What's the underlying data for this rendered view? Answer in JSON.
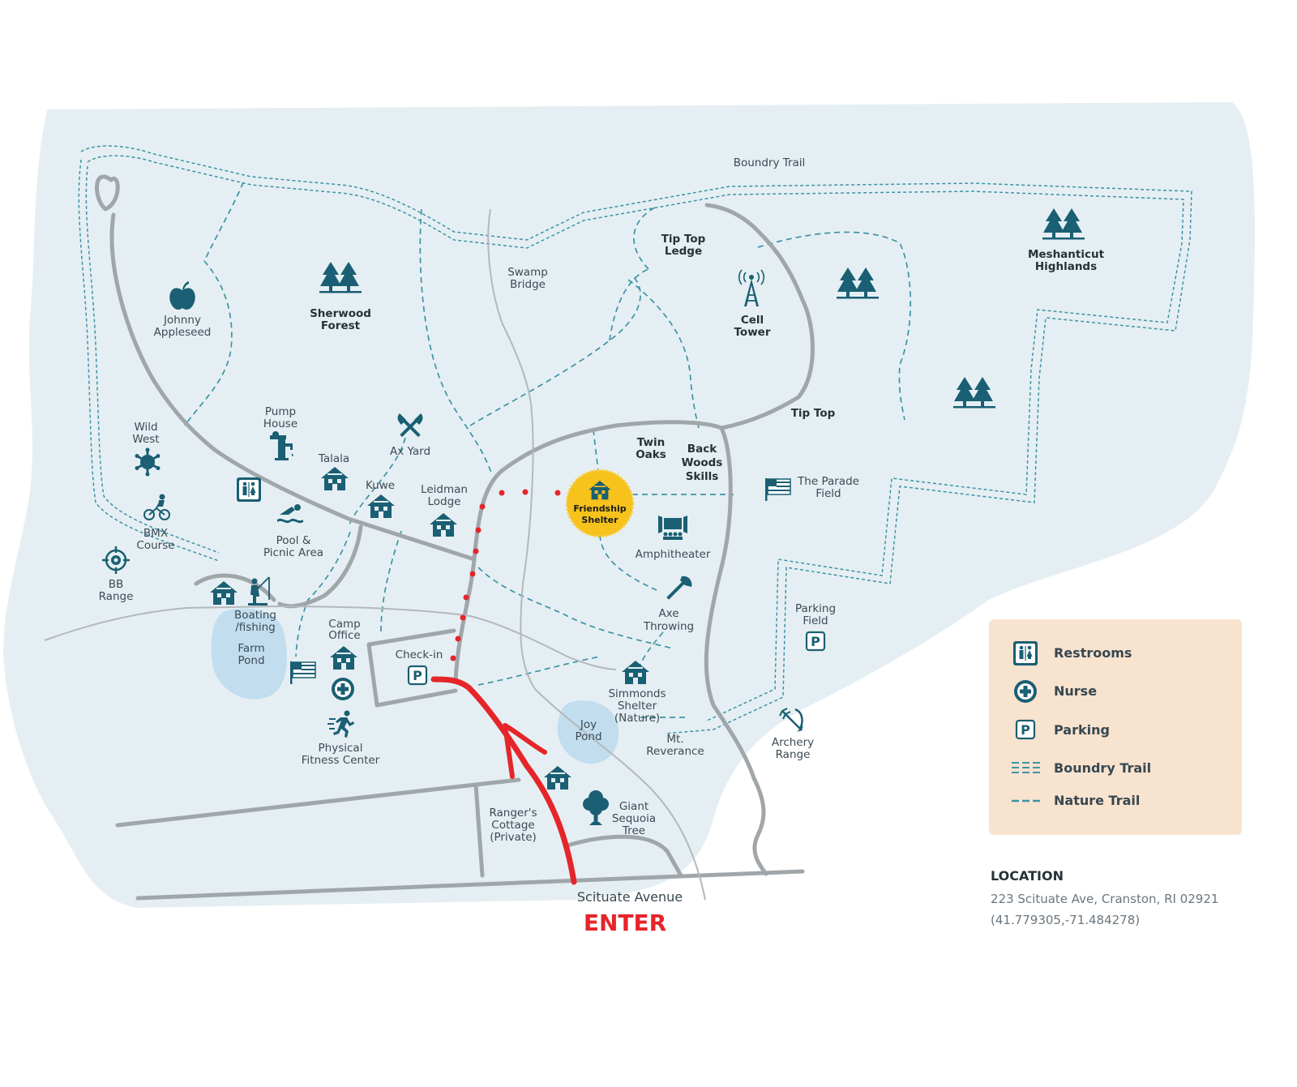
{
  "places": {
    "boundry_trail": "Boundry Trail",
    "tip_top_ledge": [
      "Tip Top",
      "Ledge"
    ],
    "swamp_bridge": [
      "Swamp",
      "Bridge"
    ],
    "meshanticut_highlands": [
      "Meshanticut",
      "Highlands"
    ],
    "cell_tower": [
      "Cell",
      "Tower"
    ],
    "johnny_appleseed": [
      "Johnny",
      "Appleseed"
    ],
    "sherwood_forest": [
      "Sherwood",
      "Forest"
    ],
    "tip_top": "Tip Top",
    "wild_west": [
      "Wild",
      "West"
    ],
    "pump_house": [
      "Pump",
      "House"
    ],
    "ax_yard": "Ax Yard",
    "twin_oaks": [
      "Twin",
      "Oaks"
    ],
    "back_woods_skills": [
      "Back",
      "Woods",
      "Skills"
    ],
    "talala": "Talala",
    "kuwe": "Kuwe",
    "leidman_lodge": [
      "Leidman",
      "Lodge"
    ],
    "friendship_shelter": [
      "Friendship",
      "Shelter"
    ],
    "the_parade_field": [
      "The Parade",
      "Field"
    ],
    "bmx_course": [
      "BMX",
      "Course"
    ],
    "pool_picnic": [
      "Pool &",
      "Picnic Area"
    ],
    "amphitheater": "Amphitheater",
    "bb_range": [
      "BB",
      "Range"
    ],
    "boating_fishing": [
      "Boating",
      "/fishing"
    ],
    "axe_throwing": [
      "Axe",
      "Throwing"
    ],
    "parking_field": [
      "Parking",
      "Field"
    ],
    "camp_office": [
      "Camp",
      "Office"
    ],
    "farm_pond": [
      "Farm",
      "Pond"
    ],
    "check_in": "Check-in",
    "simmonds_shelter": [
      "Simmonds",
      "Shelter",
      "(Nature)"
    ],
    "joy_pond": [
      "Joy",
      "Pond"
    ],
    "mt_reverance": [
      "Mt.",
      "Reverance"
    ],
    "archery_range": [
      "Archery",
      "Range"
    ],
    "physical_fitness": [
      "Physical",
      "Fitness Center"
    ],
    "rangers_cottage": [
      "Ranger's",
      "Cottage",
      "(Private)"
    ],
    "giant_sequoia": [
      "Giant",
      "Sequoia",
      "Tree"
    ],
    "scituate_avenue": "Scituate Avenue"
  },
  "annotation": {
    "enter_label": "ENTER",
    "color": "#e5252a",
    "highlight_color": "#f6c21b"
  },
  "legend": {
    "items": [
      {
        "icon": "restroom-icon",
        "label": "Restrooms"
      },
      {
        "icon": "nurse-icon",
        "label": "Nurse"
      },
      {
        "icon": "parking-icon",
        "label": "Parking"
      },
      {
        "icon": "boundary-trail-line",
        "label": "Boundry Trail"
      },
      {
        "icon": "nature-trail-line",
        "label": "Nature Trail"
      }
    ],
    "background": "#f8e3cf"
  },
  "location": {
    "title": "LOCATION",
    "address": "223 Scituate Ave, Cranston, RI 02921",
    "coords": "(41.779305,-71.484278)"
  },
  "colors": {
    "land": "#e5eff3",
    "water": "#c1ddee",
    "icon": "#1a5f73",
    "trail": "#3d93a5",
    "road": "#a0a6a9"
  }
}
